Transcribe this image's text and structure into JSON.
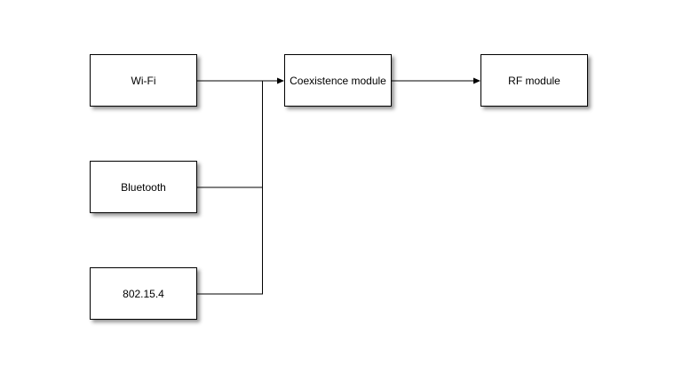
{
  "diagram": {
    "background_color": "#ffffff",
    "box_fill_color": "#ffffff",
    "box_border_color": "#000000",
    "line_color": "#000000",
    "nodes": [
      {
        "id": "wifi",
        "label": "Wi-Fi"
      },
      {
        "id": "bluetooth",
        "label": "Bluetooth"
      },
      {
        "id": "802154",
        "label": "802.15.4"
      },
      {
        "id": "coexistence",
        "label": "Coexistence module"
      },
      {
        "id": "rf",
        "label": "RF module"
      }
    ],
    "edges": [
      {
        "from": "Wi-Fi",
        "to": "Coexistence module",
        "arrow": true
      },
      {
        "from": "Bluetooth",
        "to": "Coexistence module",
        "arrow": true
      },
      {
        "from": "802.15.4",
        "to": "Coexistence module",
        "arrow": true
      },
      {
        "from": "Coexistence module",
        "to": "RF module",
        "arrow": true
      }
    ]
  }
}
